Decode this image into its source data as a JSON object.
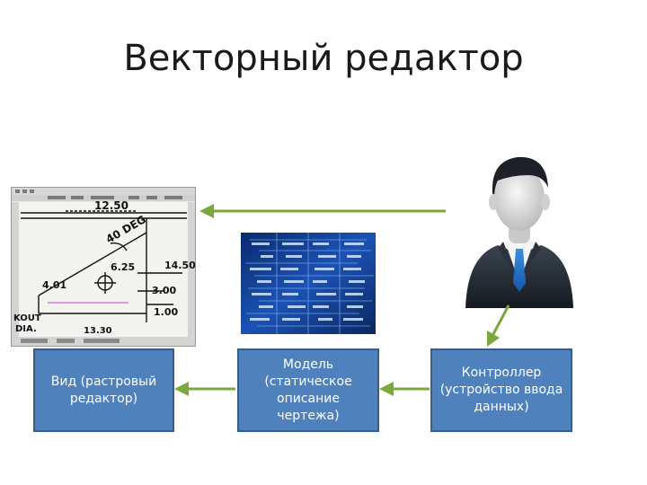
{
  "slide": {
    "title": "Векторный редактор"
  },
  "boxes": {
    "view": "Вид (растровый редактор)",
    "model": "Модель (статическое описание чертежа)",
    "controller": "Контроллер (устройство ввода данных)"
  },
  "drawing_labels": {
    "dim_top": "12.50",
    "angle": "40 DEG",
    "dim_mid": "6.25",
    "dim_right": "14.50",
    "dim_left": "4.01",
    "dim_small": "3.00",
    "dim_bottom_right": "1.00",
    "knout": "KOUT",
    "dia": "DIA.",
    "dim_bottom": "13.30"
  },
  "colors": {
    "box_fill": "#4f81bd",
    "box_border": "#385d8a",
    "arrow": "#7aa83c"
  },
  "icons": {
    "cad": "cad-drawing-image",
    "code": "code-matrix-image",
    "person": "businessman-avatar"
  }
}
